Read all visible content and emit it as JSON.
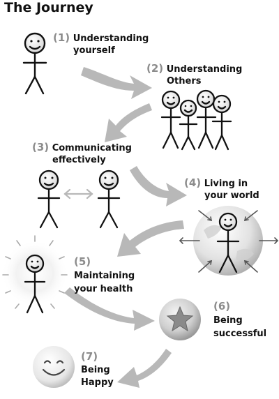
{
  "title": "The Journey",
  "steps": [
    {
      "num": "(1)",
      "line1": "Understanding",
      "line2": "yourself"
    },
    {
      "num": "(2)",
      "line1": "Understanding",
      "line2": "Others"
    },
    {
      "num": "(3)",
      "line1": "Communicating",
      "line2": "effectively"
    },
    {
      "num": "(4)",
      "line1": "Living in",
      "line2": "your world"
    },
    {
      "num": "(5)",
      "line1": "Maintaining",
      "line2": "your health"
    },
    {
      "num": "(6)",
      "line1": "Being",
      "line2": "successful"
    },
    {
      "num": "(7)",
      "line1": "Being",
      "line2": "Happy"
    }
  ],
  "colors": {
    "arrow": "#b8b8b8",
    "ink": "#111111",
    "number": "#8c8c8c"
  }
}
